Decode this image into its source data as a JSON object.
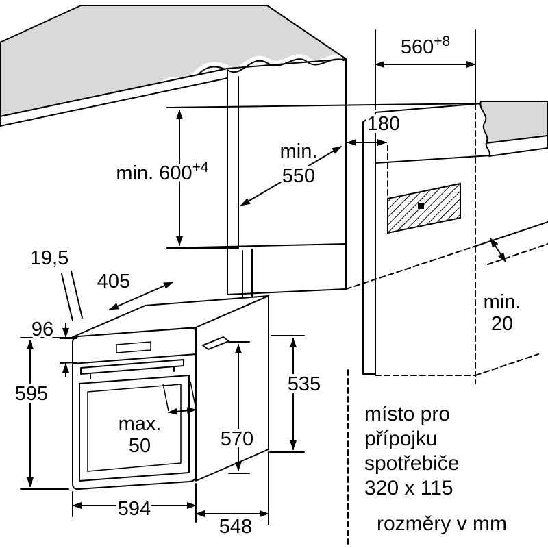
{
  "drawing": {
    "unit_note": "rozměry v mm",
    "connection_note": {
      "line1": "místo pro",
      "line2": "přípojku",
      "line3": "spotřebiče",
      "line4": "320 x 115"
    },
    "dims": {
      "niche_height": {
        "text": "min. 600",
        "sup": "+4"
      },
      "niche_width": {
        "text": "560",
        "sup": "+8"
      },
      "niche_depth": {
        "word": "min.",
        "value": "550"
      },
      "connection_offset": "180",
      "rear_gap": {
        "word": "min.",
        "value": "20"
      },
      "door_overhang": "19,5",
      "top_depth": "405",
      "panel_height": "96",
      "oven_height": "595",
      "handle_depth": {
        "word": "max.",
        "value": "50"
      },
      "cavity_height": "570",
      "body_height": "535",
      "oven_width": "594",
      "oven_depth": "548"
    }
  },
  "colors": {
    "surface": "#d9d9d9",
    "line": "#000000"
  }
}
